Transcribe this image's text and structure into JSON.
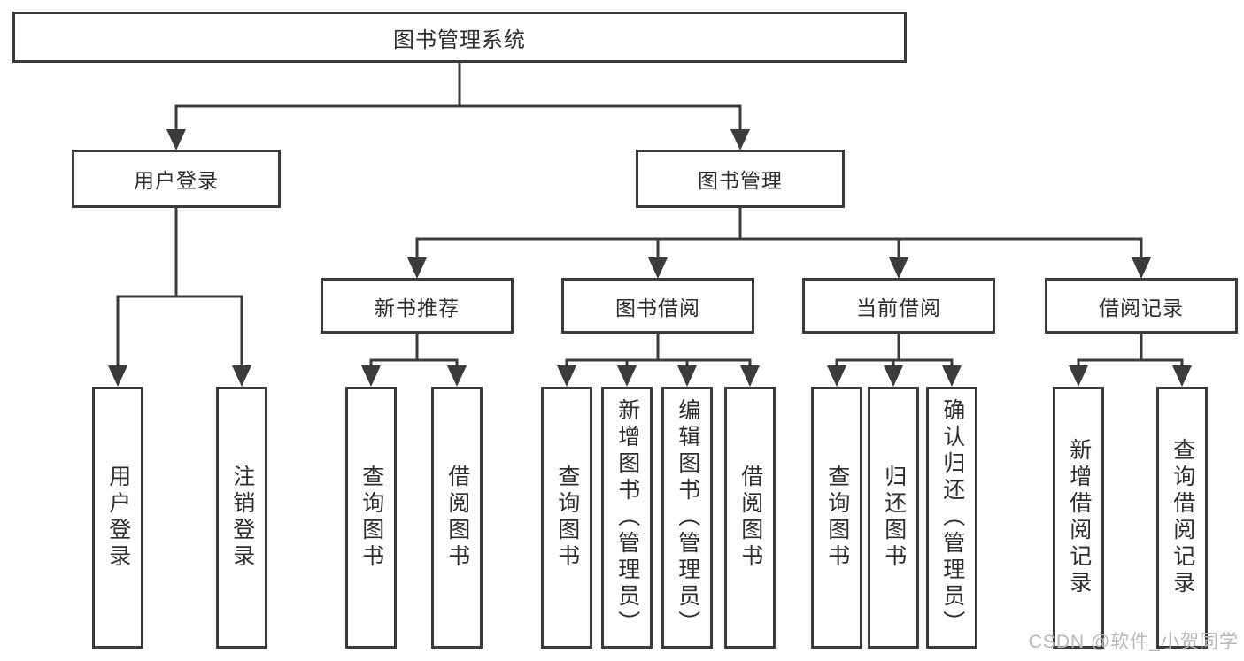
{
  "title": {
    "label": "图书管理系统"
  },
  "level2": {
    "user_login": "用户登录",
    "book_mgmt": "图书管理"
  },
  "level3": {
    "new_books": "新书推荐",
    "borrow": "图书借阅",
    "current": "当前借阅",
    "records": "借阅记录"
  },
  "leaves": {
    "login": "用户登录",
    "logout": "注销登录",
    "newbooks_query": "查询图书",
    "newbooks_borrow": "借阅图书",
    "borrow_query": "查询图书",
    "borrow_add": "新增图书（管理员）",
    "borrow_edit": "编辑图书（管理员）",
    "borrow_borrow": "借阅图书",
    "current_query": "查询图书",
    "current_return": "归还图书",
    "current_confirm": "确认归还（管理员）",
    "records_add": "新增借阅记录",
    "records_query": "查询借阅记录"
  },
  "watermark": "CSDN @软件_小贺同学",
  "colors": {
    "line": "#3b3b3b",
    "text": "#2d2d2d",
    "watermark": "#b7b7b7",
    "background": "#ffffff"
  }
}
